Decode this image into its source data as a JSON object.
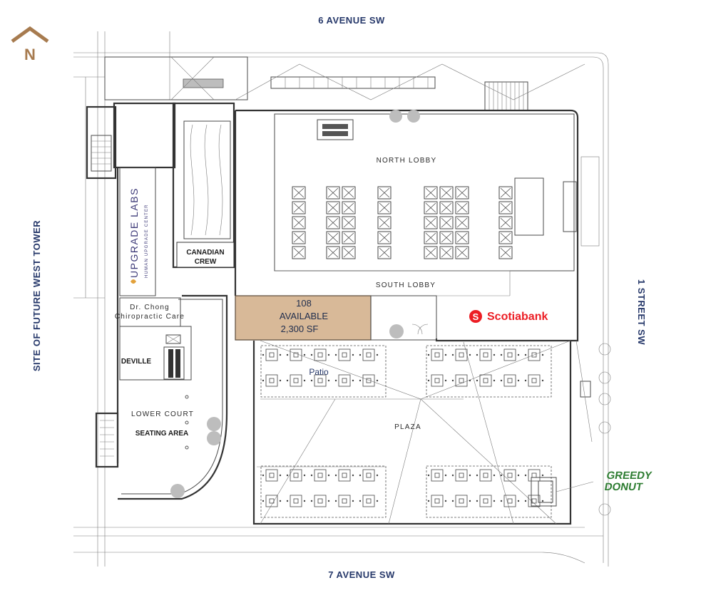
{
  "streets": {
    "north": "6 AVENUE SW",
    "south": "7 AVENUE SW",
    "east": "1 STREET SW",
    "west": "SITE OF FUTURE WEST TOWER"
  },
  "north_arrow": {
    "letter": "N",
    "color": "#a77b4f"
  },
  "areas": {
    "north_lobby": "NORTH LOBBY",
    "south_lobby": "SOUTH LOBBY",
    "plaza": "PLAZA",
    "patio": "Patio",
    "lower_court": "LOWER COURT",
    "seating_area": "SEATING AREA"
  },
  "tenants": {
    "canadian_crew": {
      "line1": "CANADIAN",
      "line2": "CREW"
    },
    "upgrade_labs": {
      "name": "UPGRADE LABS",
      "tagline": "HUMAN UPGRADE CENTER"
    },
    "dr_chong": {
      "line1": "Dr. Chong",
      "line2": "Chiropractic Care"
    },
    "deville": "DEVILLE",
    "scotiabank": {
      "name": "Scotiabank",
      "color": "#ec1d24"
    },
    "greedy_donut": {
      "line1": "GREEDY",
      "line2": "DONUT",
      "color": "#2e7d32"
    }
  },
  "available_unit": {
    "number": "108",
    "status": "AVAILABLE",
    "area": "2,300 SF",
    "fill": "#d8b998"
  }
}
